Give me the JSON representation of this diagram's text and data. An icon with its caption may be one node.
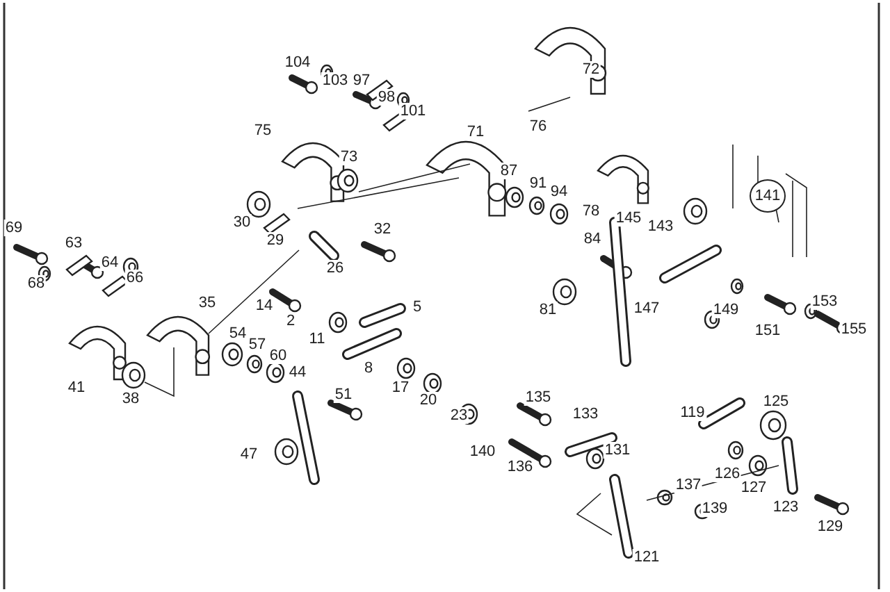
{
  "diagram": {
    "labels": [
      "72",
      "104",
      "103",
      "97",
      "98",
      "76",
      "101",
      "71",
      "75",
      "73",
      "87",
      "91",
      "94",
      "145",
      "141",
      "30",
      "29",
      "32",
      "143",
      "78",
      "69",
      "63",
      "84",
      "64",
      "26",
      "66",
      "68",
      "35",
      "14",
      "5",
      "2",
      "147",
      "81",
      "153",
      "149",
      "11",
      "54",
      "57",
      "60",
      "151",
      "155",
      "8",
      "41",
      "44",
      "17",
      "38",
      "51",
      "20",
      "23",
      "135",
      "125",
      "133",
      "119",
      "47",
      "140",
      "131",
      "136",
      "126",
      "127",
      "137",
      "123",
      "139",
      "129",
      "121"
    ]
  }
}
